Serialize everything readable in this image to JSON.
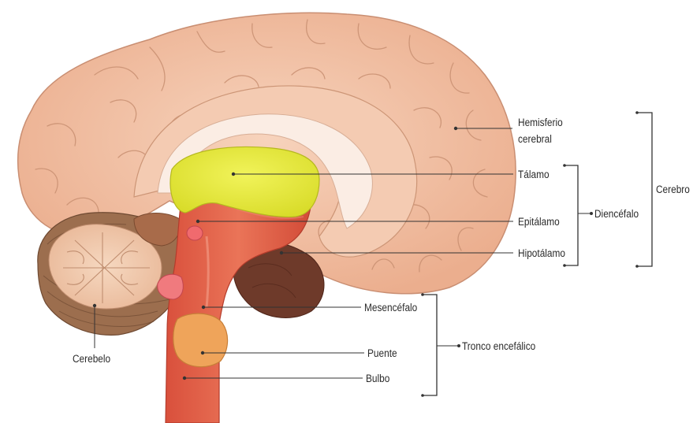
{
  "labels": {
    "hemisferio_line1": "Hemisferio",
    "hemisferio_line2": "cerebral",
    "talamo": "Tálamo",
    "epitalamo": "Epitálamo",
    "hipotalamo": "Hipotálamo",
    "diencefalo": "Diencéfalo",
    "cerebro": "Cerebro",
    "mesencefalo": "Mesencéfalo",
    "puente": "Puente",
    "bulbo": "Bulbo",
    "tronco": "Tronco encefálico",
    "cerebelo": "Cerebelo"
  },
  "colors": {
    "cortex": "#F2BFA0",
    "cortex_outline": "#C98E72",
    "corpus_callosum": "#F8E1D2",
    "thalamus": "#E8EA3A",
    "brainstem": "#E0604A",
    "pons": "#EFA45A",
    "cerebellum_arbor": "#F3CDB2",
    "cerebellum_cortex": "#9C6E4E",
    "hypothalamus_region": "#6E3A2A"
  }
}
